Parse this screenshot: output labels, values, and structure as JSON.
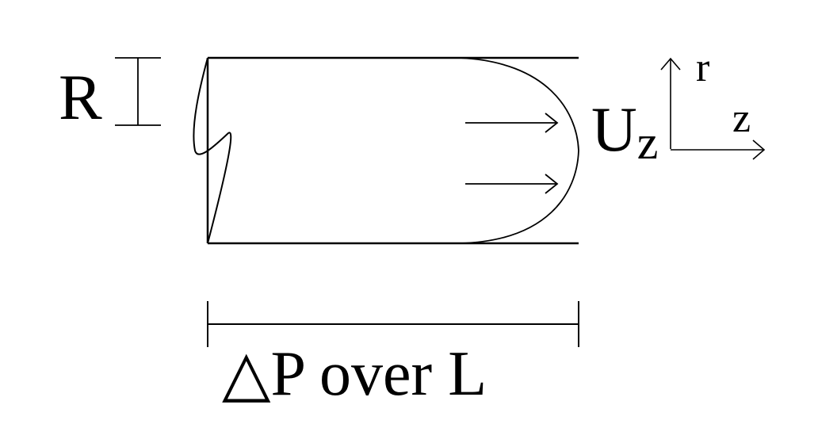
{
  "labels": {
    "radius": "R",
    "velocity_main": "U",
    "velocity_sub": "z",
    "axis_r": "r",
    "axis_z": "z",
    "pressure": "△P over L"
  }
}
